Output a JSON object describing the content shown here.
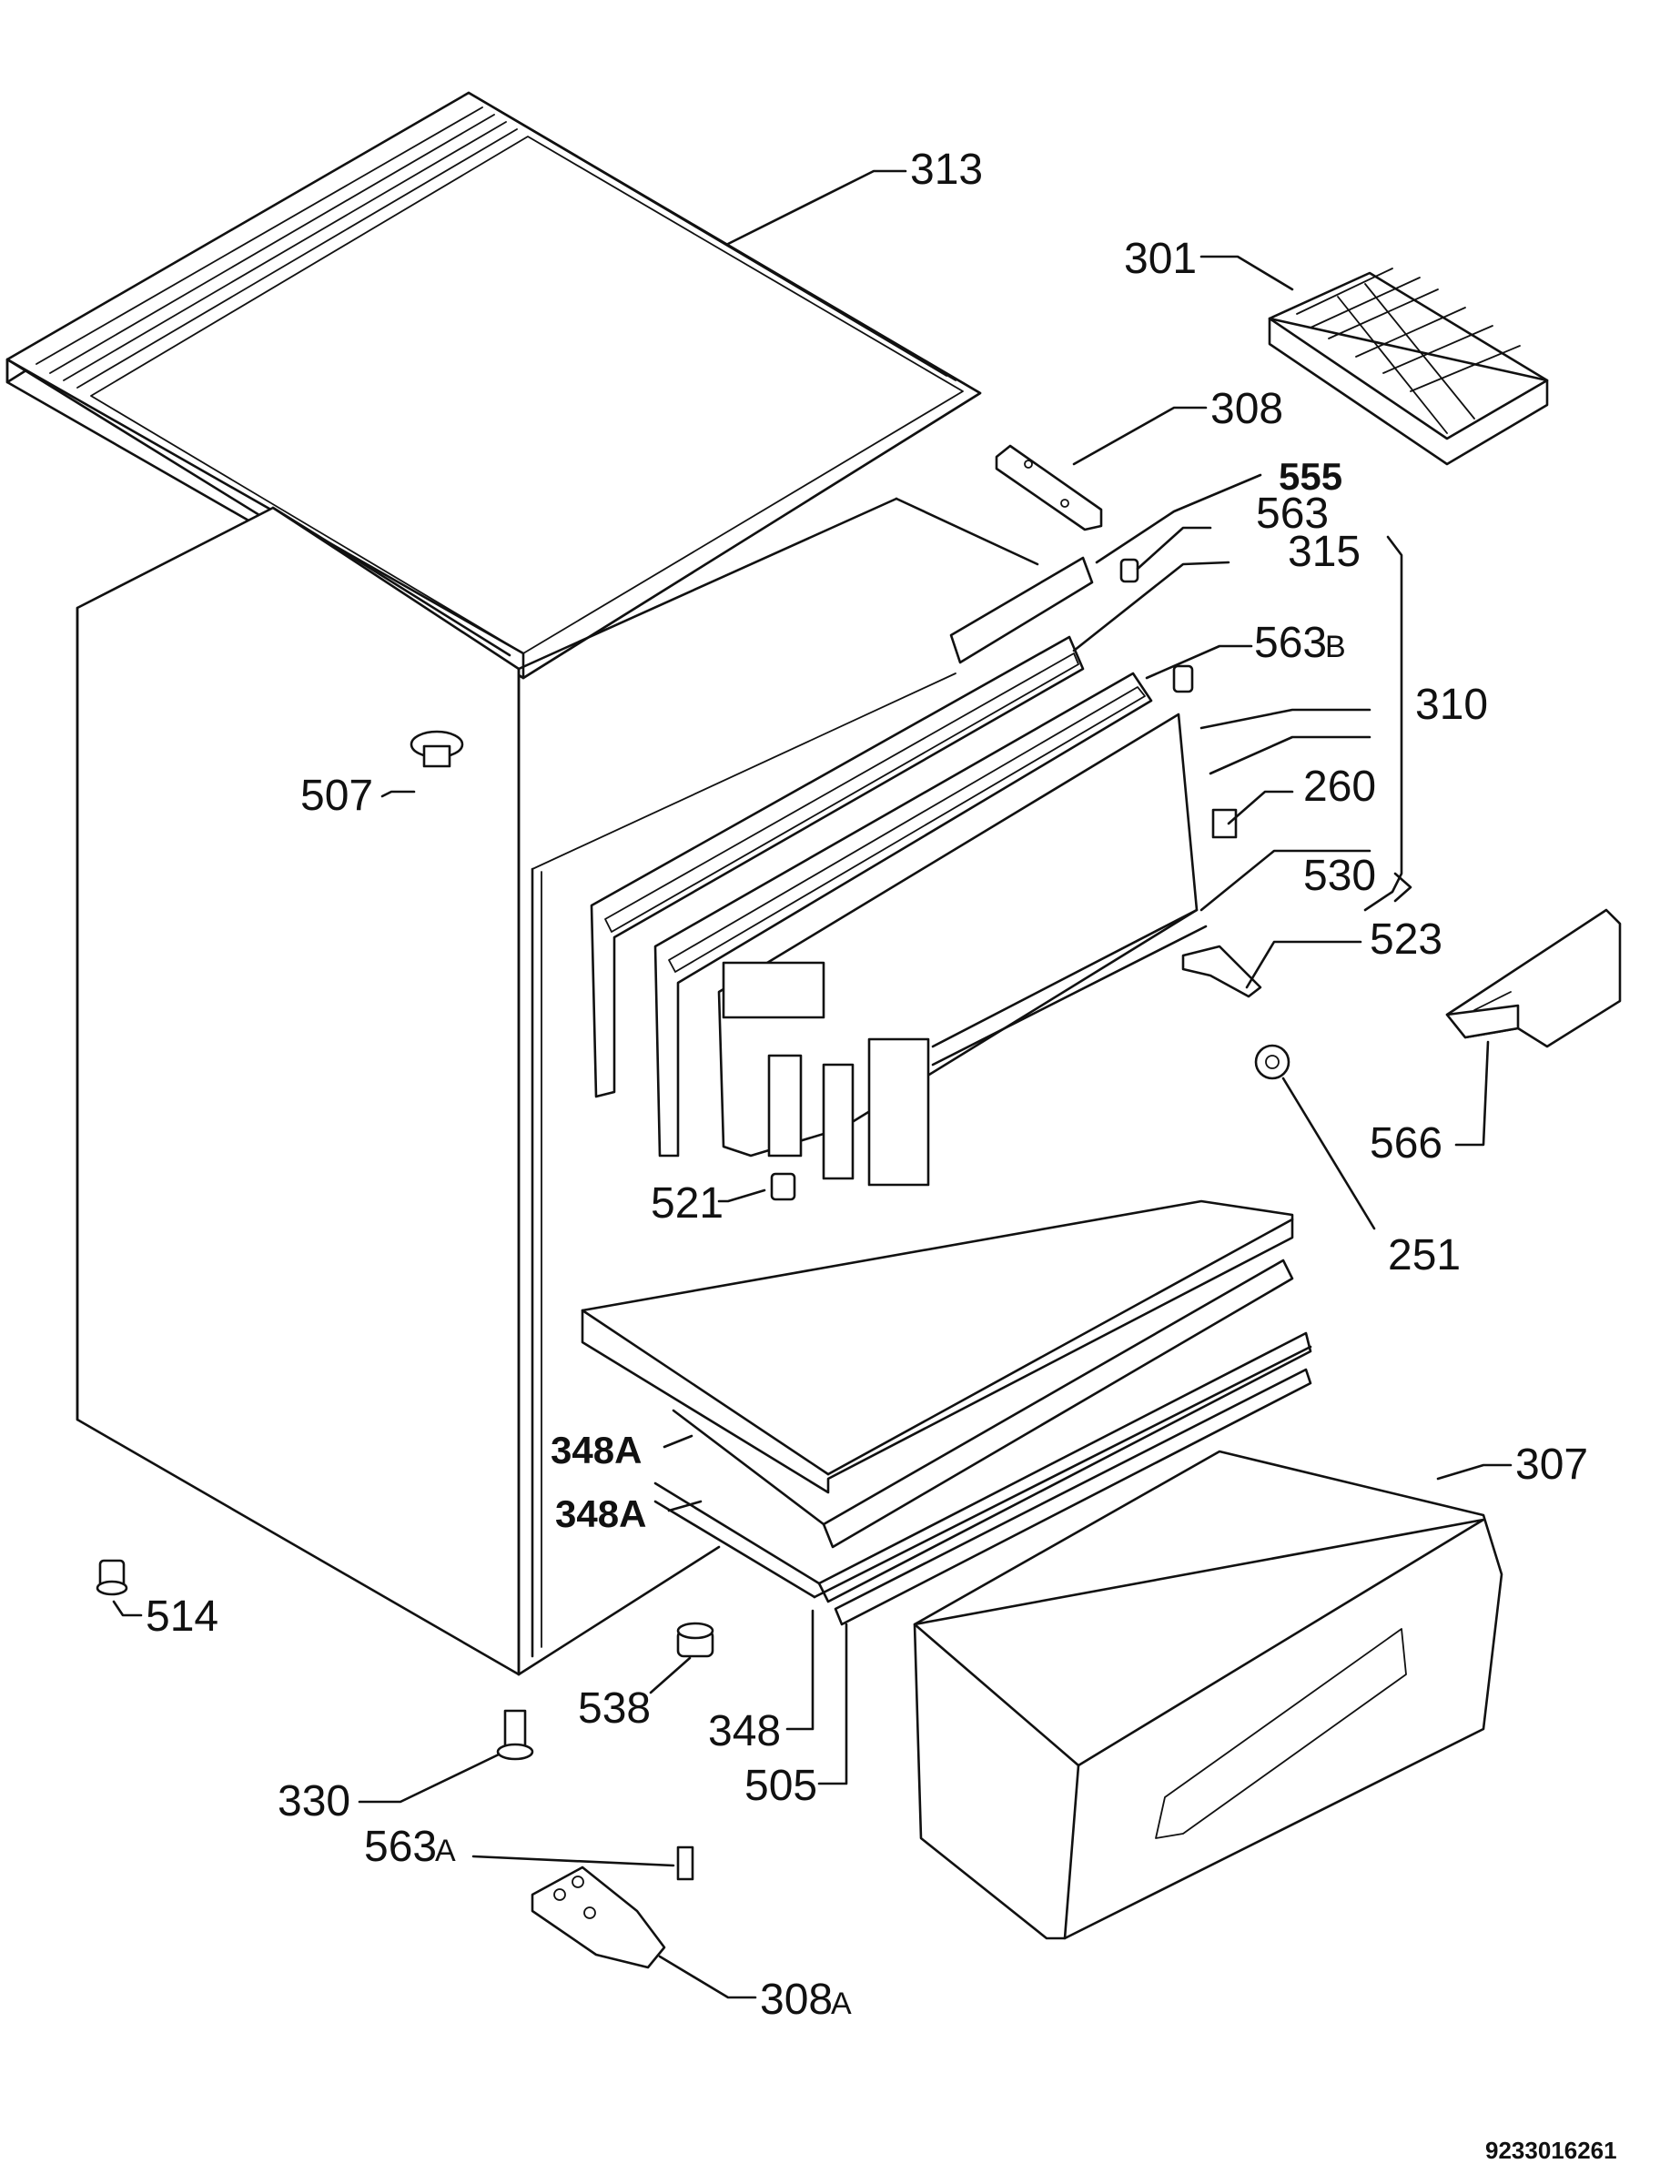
{
  "labels": {
    "l313": "313",
    "l301": "301",
    "l308": "308",
    "l555": "555",
    "l563": "563",
    "l315": "315",
    "l563b_num": "563",
    "l563b_suf": "B",
    "l310": "310",
    "l260": "260",
    "l530": "530",
    "l523": "523",
    "l507": "507",
    "l566": "566",
    "l521": "521",
    "l251": "251",
    "l348a_1": "348A",
    "l348a_2": "348A",
    "l307": "307",
    "l514": "514",
    "l538": "538",
    "l348": "348",
    "l505": "505",
    "l330": "330",
    "l563a_num": "563",
    "l563a_suf": "A",
    "l308a_num": "308",
    "l308a_suf": "A"
  },
  "doc_code": "9233016261"
}
